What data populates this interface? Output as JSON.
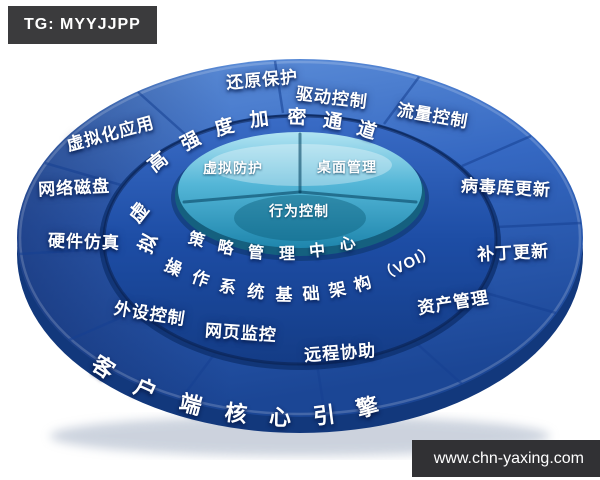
{
  "badges": {
    "tg": "TG: MYYJJPP",
    "site": "www.chn-yaxing.com"
  },
  "wheel": {
    "outer_labels": [
      "还原保护",
      "驱动控制",
      "流量控制",
      "病毒库更新",
      "补丁更新",
      "资产管理",
      "远程协助",
      "网页监控",
      "外设控制",
      "硬件仿真",
      "网络磁盘",
      "虚拟化应用"
    ],
    "arc_encrypt": [
      "高",
      "强",
      "度",
      "加",
      "密",
      "通",
      "道"
    ],
    "arc_virtual": [
      "虚",
      "拟"
    ],
    "arc_os": [
      "操",
      "作",
      "系",
      "统",
      "基",
      "础",
      "架",
      "构"
    ],
    "arc_voi": "（VOI）",
    "arc_policy": [
      "策",
      "略",
      "管",
      "理",
      "中",
      "心"
    ],
    "arc_engine": [
      "客",
      "户",
      "端",
      "核",
      "心",
      "引",
      "擎"
    ],
    "inner_labels": [
      "虚拟防护",
      "桌面管理",
      "行为控制"
    ],
    "phrases": {
      "encrypted_channel": "高强度加密通道",
      "os_infrastructure": "虚拟操作系统基础架构（VOI）",
      "policy_center": "策略管理中心",
      "client_engine": "客户端核心引擎"
    },
    "colors": {
      "ring_top": "#3568c2",
      "ring_depth": "#12387c",
      "middle_band": "#1d4da5",
      "inner_circle": "#51b4d6",
      "text": "#ffffff"
    }
  }
}
